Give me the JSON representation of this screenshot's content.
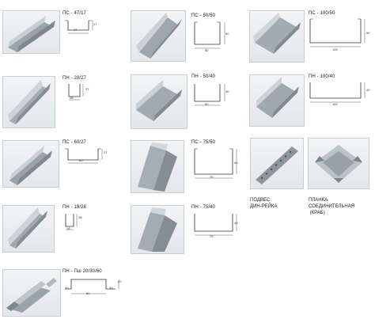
{
  "profiles": [
    {
      "label": "ПС - 47/17",
      "dims": {
        "width": "47",
        "height": "17"
      }
    },
    {
      "label": "ПС - 50/50",
      "dims": {
        "width": "50",
        "height": "50"
      }
    },
    {
      "label": "ПС - 100/50",
      "dims": {
        "width": "100",
        "height": "50"
      }
    },
    {
      "label": "ПН - 28/27",
      "dims": {
        "width": "28",
        "height": "27"
      }
    },
    {
      "label": "ПН - 50/40",
      "dims": {
        "width": "50",
        "height": "40"
      }
    },
    {
      "label": "ПН - 100/40",
      "dims": {
        "width": "100",
        "height": "40"
      }
    },
    {
      "label": "ПС - 60/27",
      "dims": {
        "width": "60",
        "height": "27"
      }
    },
    {
      "label": "ПС - 75/50",
      "dims": {
        "width": "75",
        "height": "50"
      }
    },
    {
      "label": "ПН - 18/28",
      "dims": {
        "width": "18",
        "height": "28"
      }
    },
    {
      "label": "ПН - 75/40",
      "dims": {
        "width": "75",
        "height": "40"
      }
    },
    {
      "label": "ПН - Пш 20/30/60",
      "dims": {
        "width": "60",
        "height": "20",
        "flange_left": "20",
        "flange_right": "30"
      }
    }
  ],
  "accessories": [
    {
      "caption": "ПОДВЕС\nДИН-РЕЙКА"
    },
    {
      "caption": "ПЛАНКА\nСОЕДИНИТЕЛЬНАЯ\n (КРАБ)"
    }
  ]
}
